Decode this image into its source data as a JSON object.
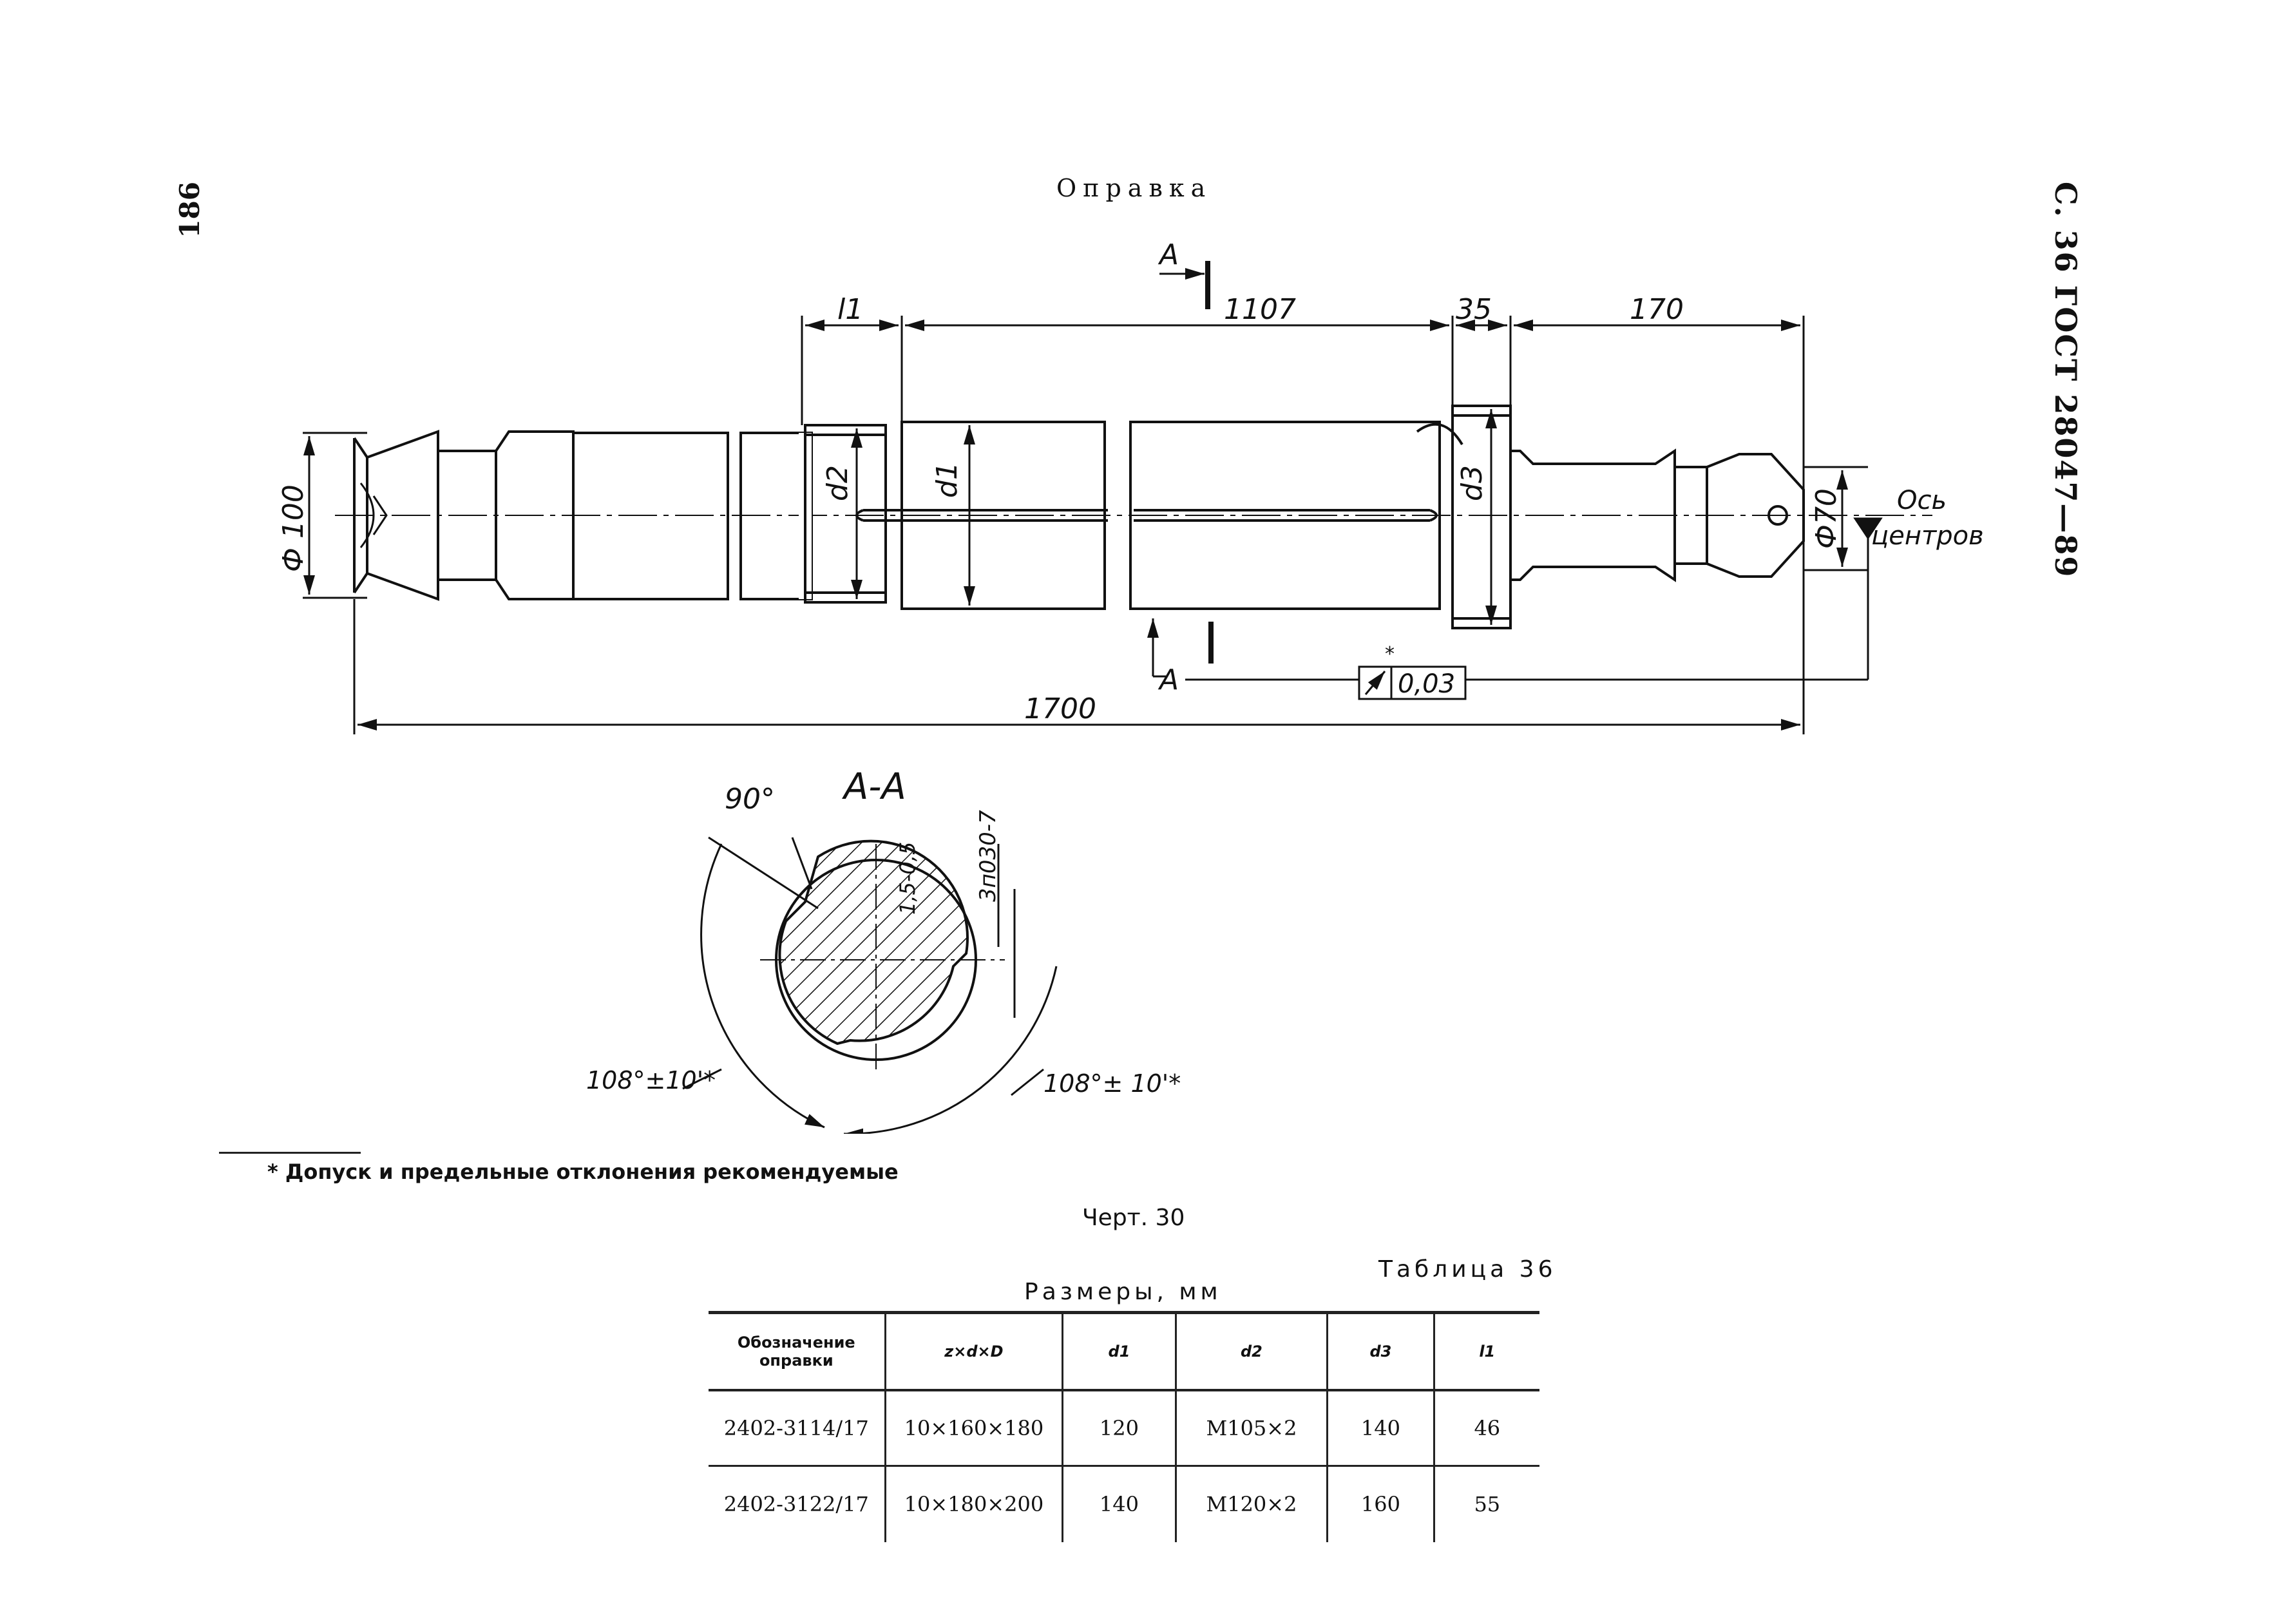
{
  "page": {
    "page_number": "186",
    "title": "Оправка",
    "side_header": "С. 36 ГОСТ 28047—89"
  },
  "drawing": {
    "dim_l1": "l1",
    "dim_1107": "1107",
    "dim_35": "35",
    "dim_170": "170",
    "dim_1700": "1700",
    "dim_d100": "Ф 100",
    "dim_d70": "Ф70",
    "dim_d1": "d1",
    "dim_d2": "d2",
    "dim_d3": "d3",
    "section_mark": "А",
    "tolerance_value": "0,03",
    "tolerance_star": "*",
    "axis_label_1": "Ось",
    "axis_label_2": "центров",
    "section_title": "А-А",
    "angle_90": "90°",
    "angle_108_left": "108°±10'*",
    "angle_108_right": "108°± 10'*",
    "dim_15_05": "1,5-0,5",
    "dim_3p": "3п030-7"
  },
  "footnote": "* Допуск и предельные отклонения рекомендуемые",
  "figure_caption": "Черт. 30",
  "table": {
    "caption": "Таблица 36",
    "subtitle": "Размеры, мм",
    "headers": [
      "Обозначение оправки",
      "z×d×D",
      "d1",
      "d2",
      "d3",
      "l1"
    ],
    "rows": [
      [
        "2402-3114/17",
        "10×160×180",
        "120",
        "М105×2",
        "140",
        "46"
      ],
      [
        "2402-3122/17",
        "10×180×200",
        "140",
        "М120×2",
        "160",
        "55"
      ]
    ]
  }
}
